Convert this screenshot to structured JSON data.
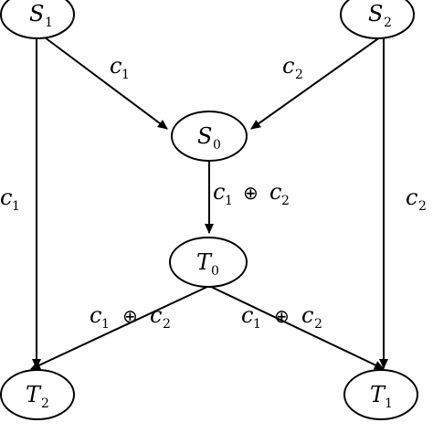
{
  "nodes": {
    "s1": {
      "main": "S",
      "sub": "1"
    },
    "s2": {
      "main": "S",
      "sub": "2"
    },
    "s0": {
      "main": "S",
      "sub": "0"
    },
    "t0": {
      "main": "T",
      "sub": "0"
    },
    "t1": {
      "main": "T",
      "sub": "1"
    },
    "t2": {
      "main": "T",
      "sub": "2"
    }
  },
  "edge_labels": {
    "s1_s0": {
      "var": "c",
      "sub": "1"
    },
    "s2_s0": {
      "var": "c",
      "sub": "2"
    },
    "s1_t2": {
      "var": "c",
      "sub": "1"
    },
    "s2_t1": {
      "var": "c",
      "sub": "2"
    },
    "s0_t0": {
      "var1": "c",
      "sub1": "1",
      "op": "⊕",
      "var2": "c",
      "sub2": "2"
    },
    "t0_t2": {
      "var1": "c",
      "sub1": "1",
      "op": "⊕",
      "var2": "c",
      "sub2": "2"
    },
    "t0_t1": {
      "var1": "c",
      "sub1": "1",
      "op": "⊕",
      "var2": "c",
      "sub2": "2"
    }
  }
}
